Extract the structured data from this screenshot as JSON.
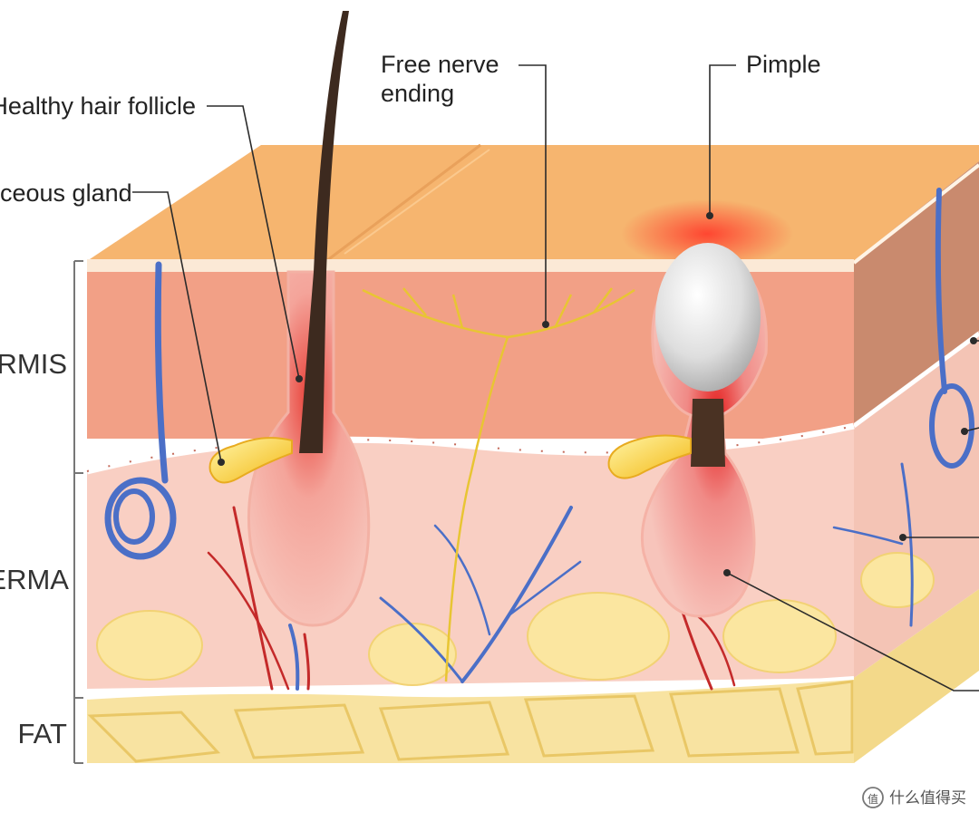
{
  "callouts": {
    "healthy_hair_follicle": "Healthy hair follicle",
    "sebaceous_gland": "ceous gland",
    "free_nerve_ending_line1": "Free nerve",
    "free_nerve_ending_line2": "ending",
    "pimple": "Pimple"
  },
  "layers": {
    "epidermis": "RMIS",
    "derma": "ERMA",
    "fat": "FAT"
  },
  "watermark": {
    "logo_glyph": "值",
    "text": "什么值得买"
  },
  "colors": {
    "skin_top": "#f6b56f",
    "epidermis": "#f2a086",
    "derma": "#f9cfc3",
    "fat": "#f8e3a1",
    "vein": "#4b6fc7",
    "artery": "#c42a2a",
    "nerve": "#e8c533",
    "hair": "#3d2a1f"
  }
}
